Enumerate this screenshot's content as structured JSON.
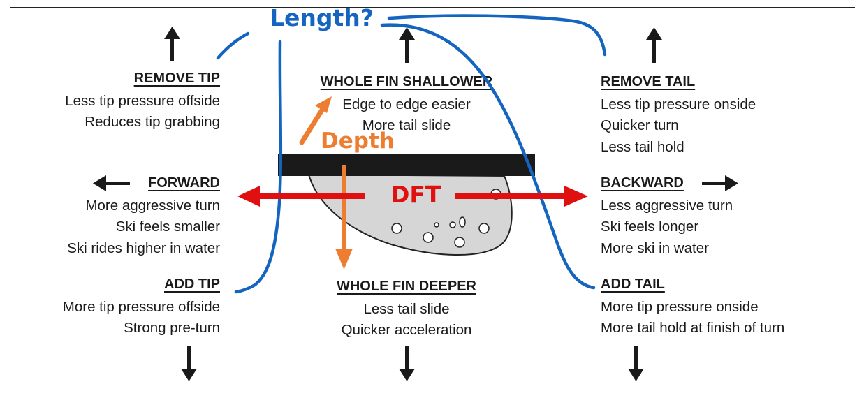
{
  "annotations": {
    "length": "Length?",
    "depth": "Depth",
    "dft": "DFT"
  },
  "blocks": {
    "remove_tip": {
      "heading": "REMOVE TIP",
      "lines": [
        "Less tip pressure offside",
        "Reduces tip grabbing"
      ]
    },
    "whole_fin_shallower": {
      "heading": "WHOLE FIN SHALLOWER",
      "lines": [
        "Edge to edge easier",
        "More tail slide"
      ]
    },
    "remove_tail": {
      "heading": "REMOVE TAIL",
      "lines": [
        "Less tip pressure onside",
        "Quicker turn",
        "Less tail hold"
      ]
    },
    "forward": {
      "heading": "FORWARD",
      "lines": [
        "More aggressive turn",
        "Ski feels smaller",
        "Ski rides higher in water"
      ]
    },
    "backward": {
      "heading": "BACKWARD",
      "lines": [
        "Less aggressive turn",
        "Ski feels longer",
        "More ski in water"
      ]
    },
    "add_tip": {
      "heading": "ADD TIP",
      "lines": [
        "More tip pressure offside",
        "Strong pre-turn"
      ]
    },
    "whole_fin_deeper": {
      "heading": "WHOLE FIN DEEPER",
      "lines": [
        "Less tail slide",
        "Quicker acceleration"
      ]
    },
    "add_tail": {
      "heading": "ADD TAIL",
      "lines": [
        "More tip pressure onside",
        "More tail hold at finish of turn"
      ]
    }
  },
  "colors": {
    "length_annotation": "#1565c0",
    "depth_annotation": "#ed7d31",
    "dft_annotation": "#e01010",
    "ink": "#1a1a1a"
  }
}
